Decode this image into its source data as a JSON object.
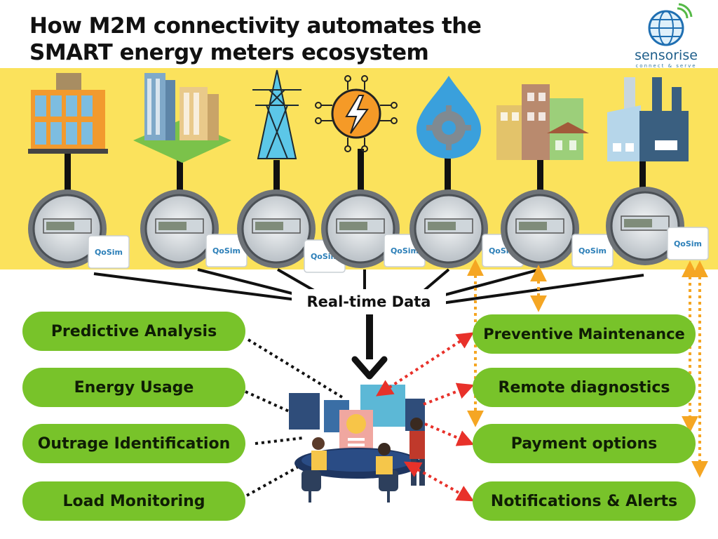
{
  "title_line1": "How M2M connectivity automates the",
  "title_line2": "SMART energy meters ecosystem",
  "logo": {
    "name": "sensorise",
    "tagline": "connect & serve"
  },
  "center_label": "Real-time Data",
  "sim_label": "QoSim",
  "left_items": [
    "Predictive Analysis",
    "Energy Usage",
    "Outrage Identification",
    "Load Monitoring"
  ],
  "right_items": [
    "Preventive Maintenance",
    "Remote diagnostics",
    "Payment options",
    "Notifications & Alerts"
  ],
  "sources": [
    "office-building",
    "apartment-buildings",
    "power-tower",
    "energy-icon",
    "water-gear",
    "houses",
    "factory"
  ],
  "colors": {
    "band": "#fbe25c",
    "pill": "#78c32a",
    "dotted_red": "#e8312a",
    "dotted_orange": "#f5a623",
    "meter_ring": "#6e7378",
    "logo_blue": "#1f5f8b"
  }
}
